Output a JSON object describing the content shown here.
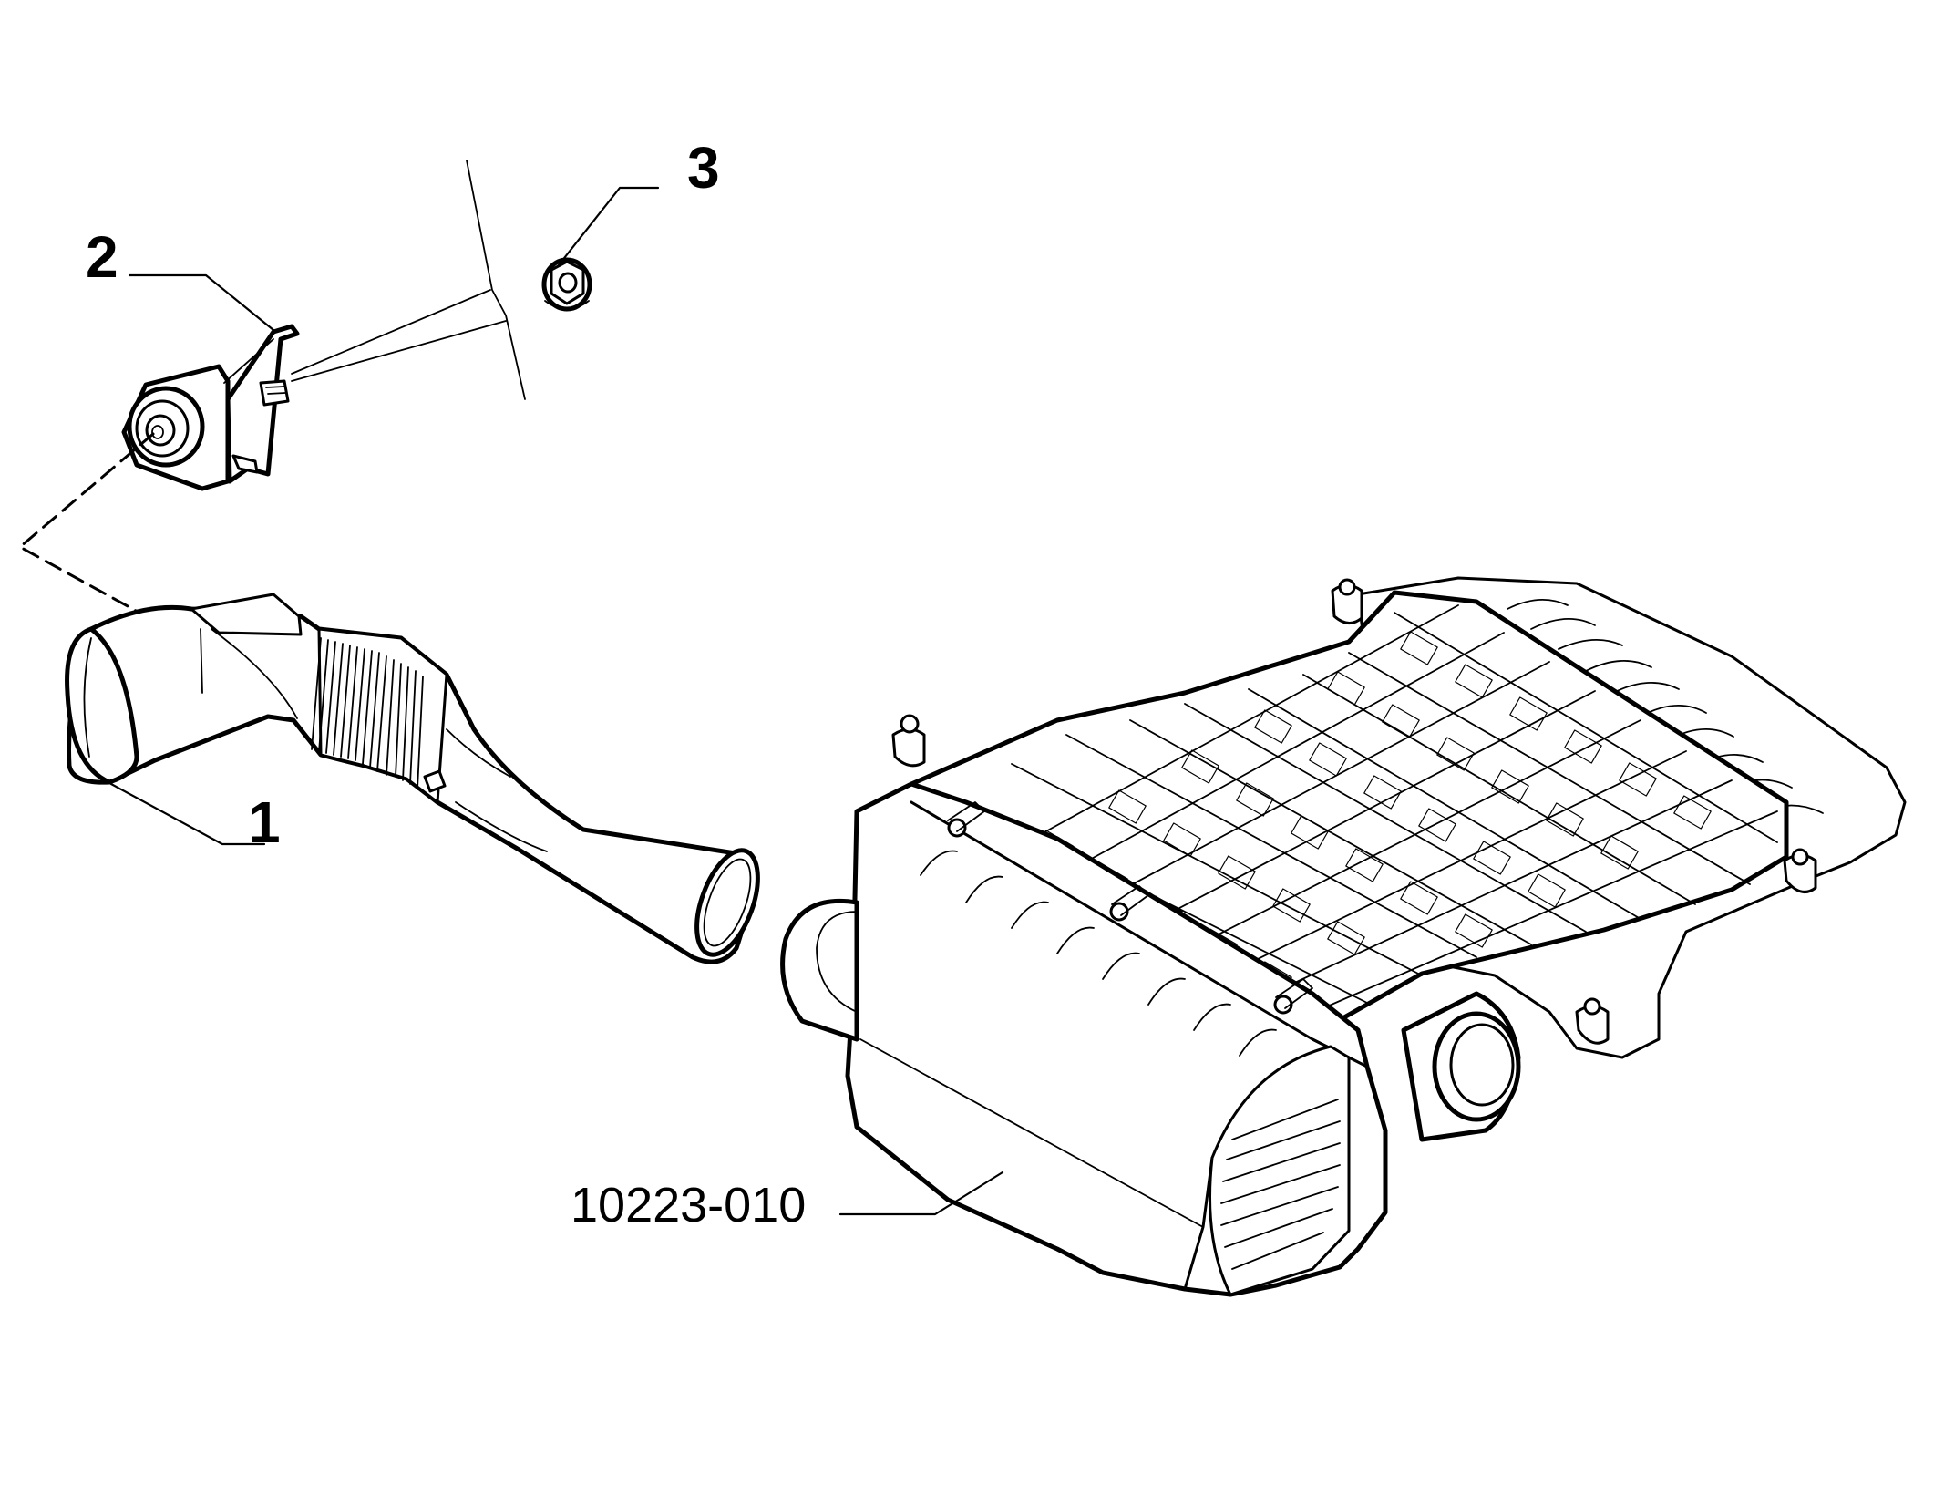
{
  "diagram": {
    "callouts": [
      {
        "id": "1",
        "label": "1",
        "part": "air-duct-hose"
      },
      {
        "id": "2",
        "label": "2",
        "part": "mounting-bracket"
      },
      {
        "id": "3",
        "label": "3",
        "part": "flange-nut"
      },
      {
        "id": "ref",
        "label": "10223-010",
        "part": "air-filter-housing"
      }
    ],
    "stroke_color": "#000000",
    "background_color": "#ffffff"
  }
}
